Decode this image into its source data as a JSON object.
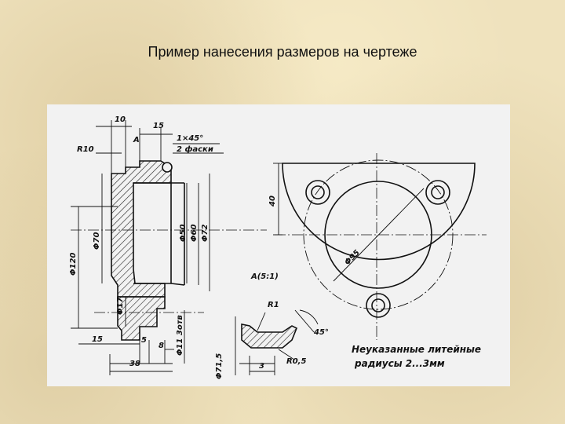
{
  "title": "Пример нанесения размеров на чертеже",
  "section_view": {
    "dim_10": "10",
    "dim_15_top": "15",
    "chamfer": "1×45°",
    "chamfer_note": "2 фаски",
    "section_mark": "A",
    "radius_r10": "R10",
    "dia_70": "Φ70",
    "dia_120": "Φ120",
    "dia_50": "Φ50",
    "dia_60": "Φ60",
    "dia_72": "Φ72",
    "dia_17": "Φ17",
    "dia_11_holes": "Φ11 3отв",
    "dim_15_bottom": "15",
    "dim_5": "5",
    "dim_8": "8",
    "dim_38": "38"
  },
  "plan_view": {
    "dim_40": "40",
    "dia_95": "Φ95"
  },
  "detail_view": {
    "label": "A(5:1)",
    "radius_r1": "R1",
    "angle_45": "45°",
    "radius_r05": "R0,5",
    "dim_3": "3",
    "dia_71_5": "Φ71,5"
  },
  "note": {
    "line1": "Неуказанные литейные",
    "line2": "радиусы 2...3мм"
  }
}
